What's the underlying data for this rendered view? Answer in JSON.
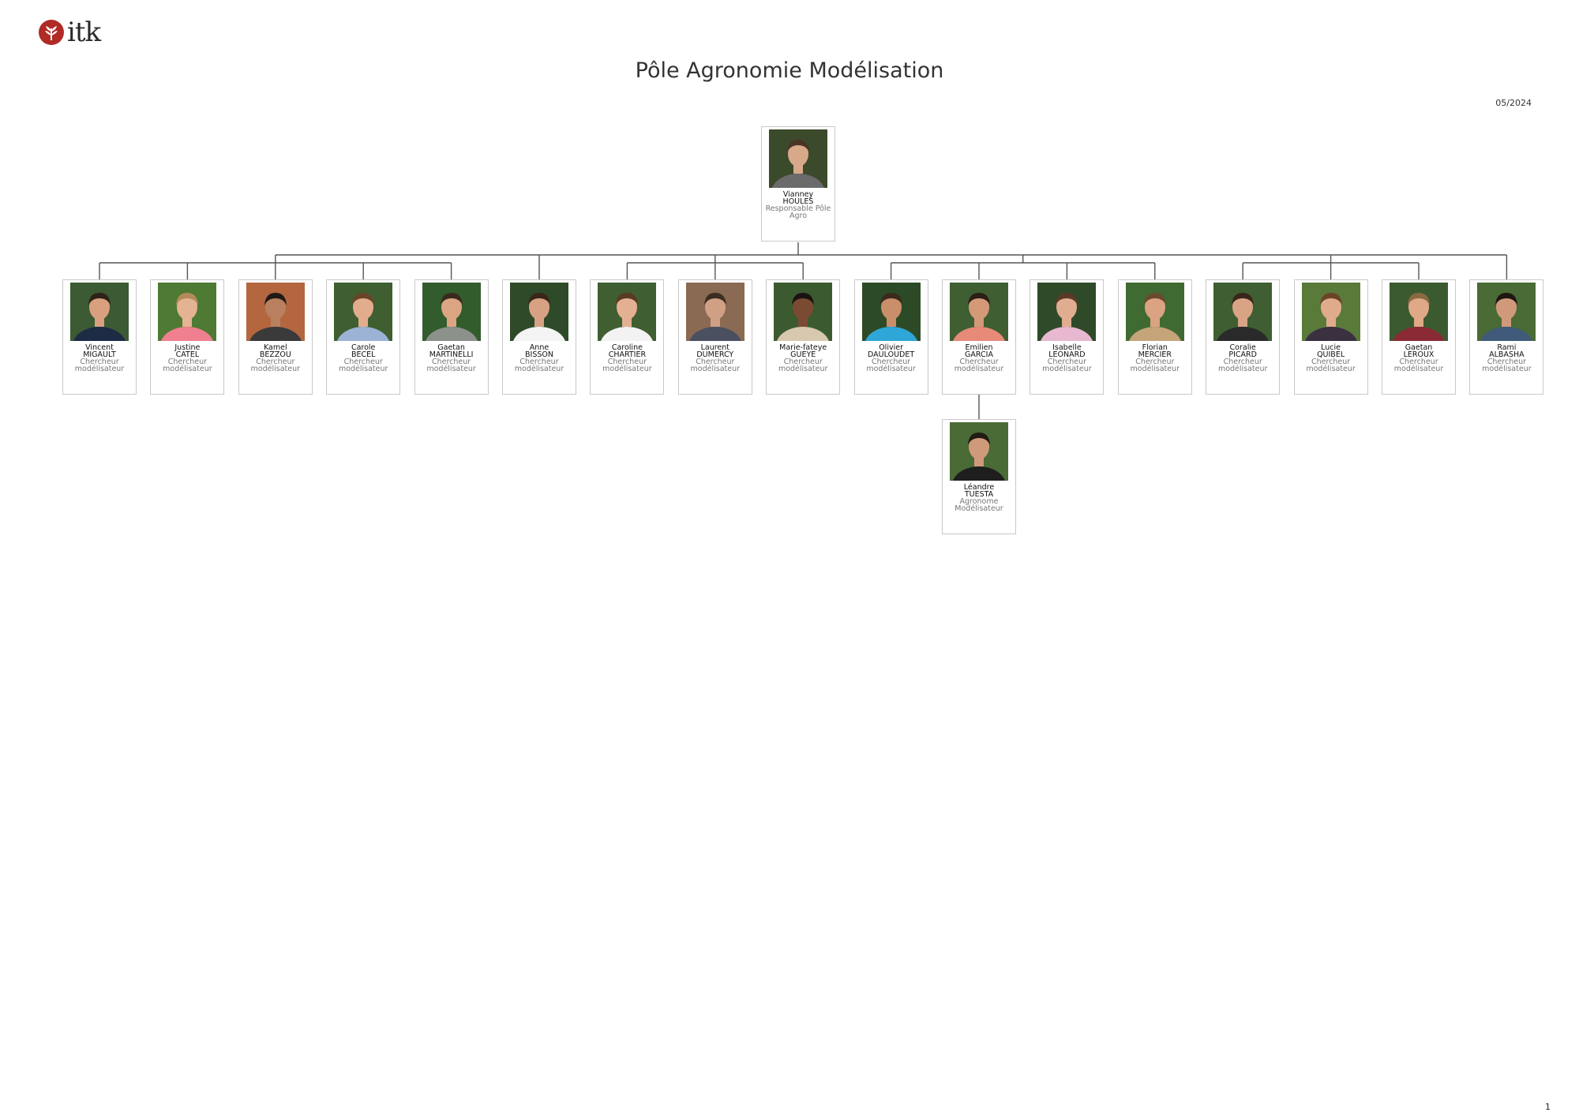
{
  "logo": {
    "text": "itk",
    "brand_color": "#b02a26"
  },
  "title": "Pôle Agronomie Modélisation",
  "date": "05/2024",
  "page_number": "1",
  "line_color": "#555555",
  "manager": {
    "first": "Vianney",
    "last": "HOULES",
    "role": [
      "Responsable Pôle",
      "Agro"
    ],
    "shirt": "#6b6b6b",
    "bg": "#3b4a2b",
    "skin": "#d7a98a",
    "hair": "#4a3424"
  },
  "team": [
    {
      "first": "Vincent",
      "last": "MIGAULT",
      "role": [
        "Chercheur",
        "modélisateur"
      ],
      "shirt": "#1d2b45",
      "bg": "#3c5a33",
      "skin": "#d9a07f",
      "hair": "#2e2118"
    },
    {
      "first": "Justine",
      "last": "CATEL",
      "role": [
        "Chercheur",
        "modélisateur"
      ],
      "shirt": "#f07f8f",
      "bg": "#4e7a33",
      "skin": "#e4b393",
      "hair": "#b48a5a"
    },
    {
      "first": "Kamel",
      "last": "BEZZOU",
      "role": [
        "Chercheur",
        "modélisateur"
      ],
      "shirt": "#3a3a3a",
      "bg": "#b4663f",
      "skin": "#b9805f",
      "hair": "#1e1a18"
    },
    {
      "first": "Carole",
      "last": "BECEL",
      "role": [
        "Chercheur",
        "modélisateur"
      ],
      "shirt": "#9cb3d6",
      "bg": "#3f5f31",
      "skin": "#e2ad8d",
      "hair": "#6a4428"
    },
    {
      "first": "Gaetan",
      "last": "MARTINELLI",
      "role": [
        "Chercheur",
        "modélisateur"
      ],
      "shirt": "#8c918c",
      "bg": "#335c2d",
      "skin": "#dba584",
      "hair": "#3a2a1e"
    },
    {
      "first": "Anne",
      "last": "BISSON",
      "role": [
        "Chercheur",
        "modélisateur"
      ],
      "shirt": "#f4f4f4",
      "bg": "#2f4a29",
      "skin": "#d6a283",
      "hair": "#3a2618"
    },
    {
      "first": "Caroline",
      "last": "CHARTIER",
      "role": [
        "Chercheur",
        "modélisateur"
      ],
      "shirt": "#f2f2f2",
      "bg": "#3f5e31",
      "skin": "#e3b092",
      "hair": "#5a3a22"
    },
    {
      "first": "Laurent",
      "last": "DUMERCY",
      "role": [
        "Chercheur",
        "modélisateur"
      ],
      "shirt": "#4a5060",
      "bg": "#8a6a52",
      "skin": "#d0a085",
      "hair": "#3b2d22"
    },
    {
      "first": "Marie-fateye",
      "last": "GUEYE",
      "role": [
        "Chercheur",
        "modélisateur"
      ],
      "shirt": "#d8c8b0",
      "bg": "#3c5a30",
      "skin": "#7a4a32",
      "hair": "#1a1210"
    },
    {
      "first": "Olivier",
      "last": "DAULOUDET",
      "role": [
        "Chercheur",
        "modélisateur"
      ],
      "shirt": "#2fa6d8",
      "bg": "#2d4a26",
      "skin": "#c98e6a",
      "hair": "#3a2a1e"
    },
    {
      "first": "Emilien",
      "last": "GARCIA",
      "role": [
        "Chercheur",
        "modélisateur"
      ],
      "shirt": "#e88a78",
      "bg": "#3f5e31",
      "skin": "#d49a78",
      "hair": "#2a1e16"
    },
    {
      "first": "Isabelle",
      "last": "LEONARD",
      "role": [
        "Chercheur",
        "modélisateur"
      ],
      "shirt": "#e7b8d0",
      "bg": "#2f4a29",
      "skin": "#e0ad90",
      "hair": "#5a3a26"
    },
    {
      "first": "Florian",
      "last": "MERCIER",
      "role": [
        "Chercheur",
        "modélisateur"
      ],
      "shirt": "#c6a47a",
      "bg": "#3f6a31",
      "skin": "#dca383",
      "hair": "#6a4a2e"
    },
    {
      "first": "Coralie",
      "last": "PICARD",
      "role": [
        "Chercheur",
        "modélisateur"
      ],
      "shirt": "#2a2a2a",
      "bg": "#3f5e31",
      "skin": "#d9a486",
      "hair": "#3a2618"
    },
    {
      "first": "Lucie",
      "last": "QUIBEL",
      "role": [
        "Chercheur",
        "modélisateur"
      ],
      "shirt": "#3a3040",
      "bg": "#5a7a3a",
      "skin": "#e0ab8c",
      "hair": "#6a4428"
    },
    {
      "first": "Gaetan",
      "last": "LEROUX",
      "role": [
        "Chercheur",
        "modélisateur"
      ],
      "shirt": "#8a2a34",
      "bg": "#3c5a30",
      "skin": "#dfa988",
      "hair": "#8a6a40"
    },
    {
      "first": "Rami",
      "last": "ALBASHA",
      "role": [
        "Chercheur",
        "modélisateur"
      ],
      "shirt": "#3f5a7a",
      "bg": "#4a6a36",
      "skin": "#d09a7a",
      "hair": "#1e1612"
    }
  ],
  "sub_report": {
    "manager_last": "GARCIA",
    "person": {
      "first": "Léandre",
      "last": "TUESTA",
      "role": [
        "Agronome",
        "Modélisateur"
      ],
      "shirt": "#1e1e1e",
      "bg": "#4a6a36",
      "skin": "#cf9a7a",
      "hair": "#221a14"
    }
  }
}
